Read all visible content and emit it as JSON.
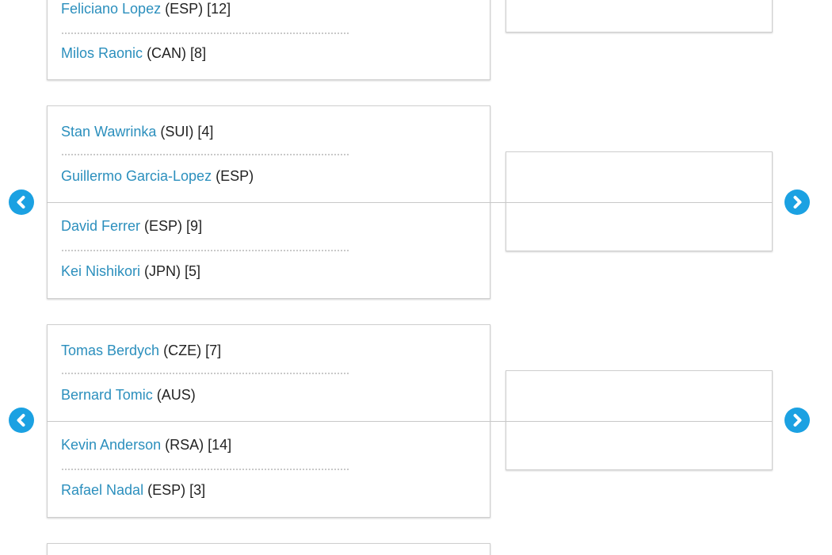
{
  "colors": {
    "player_name": "#2b8fbd",
    "text": "#222222",
    "border": "#cfcfcf",
    "nav_button": "#1ba1e2"
  },
  "matches": [
    {
      "players": [
        {
          "name": "Feliciano Lopez",
          "meta": "(ESP) [12]"
        },
        {
          "name": "Milos Raonic",
          "meta": "(CAN) [8]"
        }
      ]
    },
    {
      "players": [
        {
          "name": "Stan Wawrinka",
          "meta": "(SUI) [4]"
        },
        {
          "name": "Guillermo Garcia-Lopez",
          "meta": "(ESP)"
        },
        {
          "name": "David Ferrer",
          "meta": "(ESP) [9]"
        },
        {
          "name": "Kei Nishikori",
          "meta": "(JPN) [5]"
        }
      ]
    },
    {
      "players": [
        {
          "name": "Tomas Berdych",
          "meta": "(CZE) [7]"
        },
        {
          "name": "Bernard Tomic",
          "meta": "(AUS)"
        },
        {
          "name": "Kevin Anderson",
          "meta": "(RSA) [14]"
        },
        {
          "name": "Rafael Nadal",
          "meta": "(ESP) [3]"
        }
      ]
    }
  ],
  "navigation": {
    "previous_icon": "chevron-left-icon",
    "next_icon": "chevron-right-icon"
  }
}
